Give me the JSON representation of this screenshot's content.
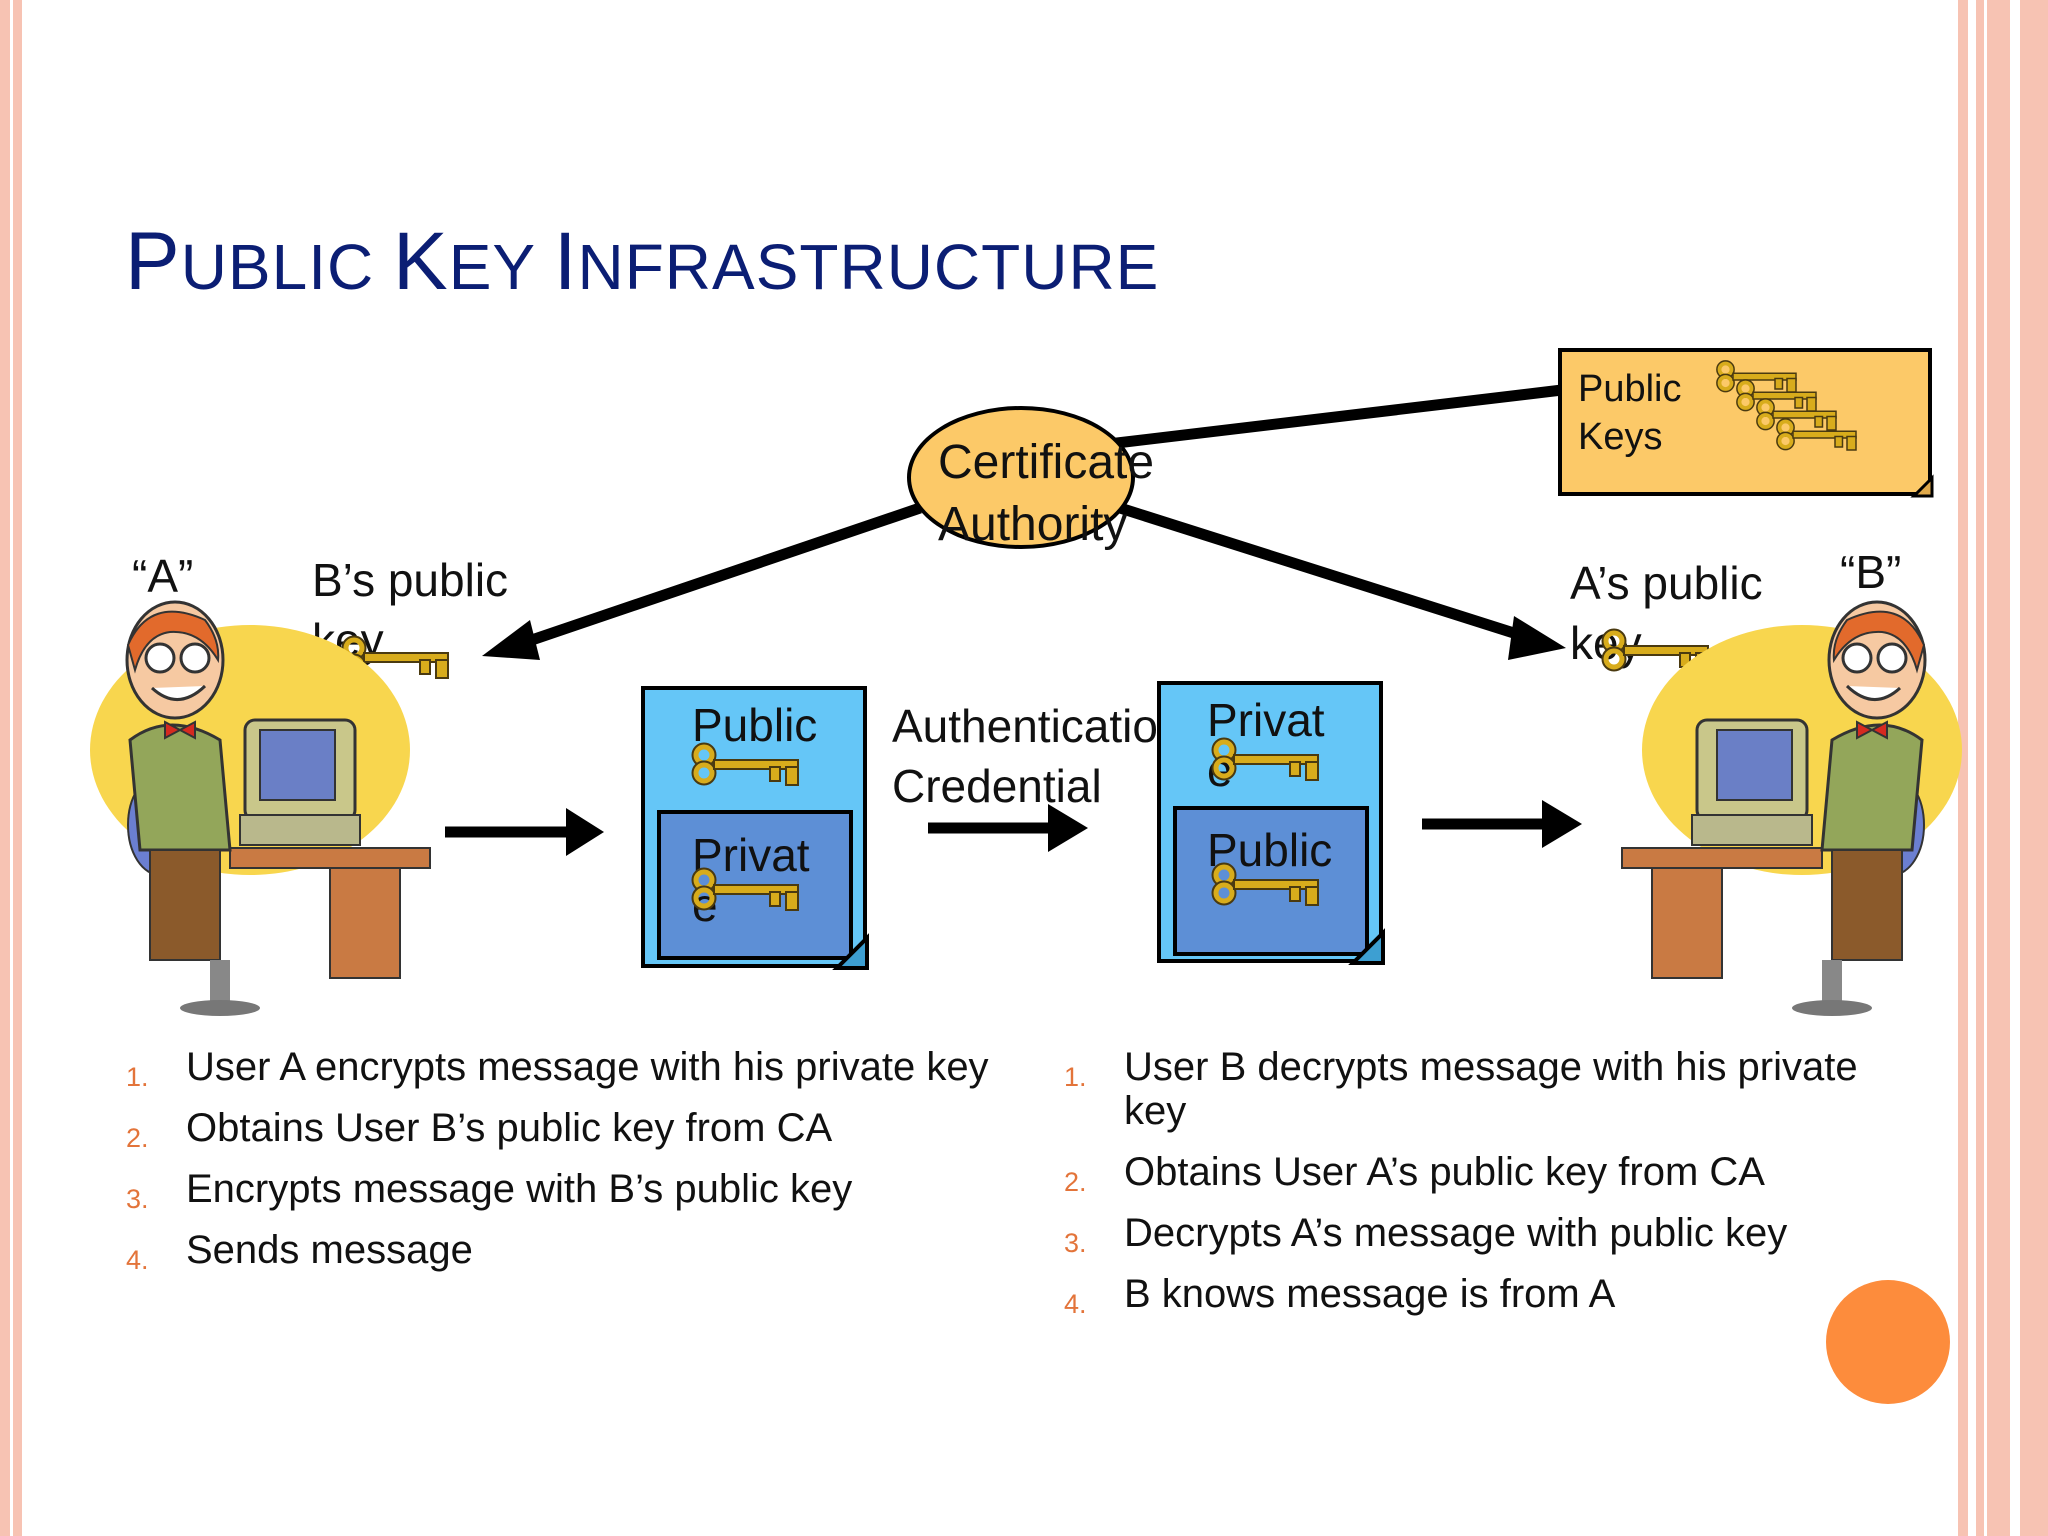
{
  "slide": {
    "title_parts": [
      {
        "text": "P",
        "size": "big"
      },
      {
        "text": "UBLIC ",
        "size": "small"
      },
      {
        "text": "K",
        "size": "big"
      },
      {
        "text": "EY ",
        "size": "small"
      },
      {
        "text": "I",
        "size": "big"
      },
      {
        "text": "NFRASTRUCTURE",
        "size": "small"
      }
    ]
  },
  "diagram": {
    "ca": {
      "line1": "Certificate",
      "line2": "Authority"
    },
    "public_keys_box": {
      "line1": "Public",
      "line2": "Keys"
    },
    "user_a_label": "“A”",
    "user_b_label": "“B”",
    "b_public_key_label": {
      "line1": "B’s public",
      "line2": "key"
    },
    "a_public_key_label": {
      "line1": "A’s public",
      "line2": "key"
    },
    "auth_credential": {
      "line1": "Authentication",
      "line2": "Credential"
    },
    "doc_left": {
      "outer_text": "Public",
      "inner_text": "Private"
    },
    "doc_right": {
      "outer_text": "Private",
      "inner_text": "Public"
    }
  },
  "steps_left": [
    {
      "num": "1.",
      "text": "User A encrypts message with his private key"
    },
    {
      "num": "2.",
      "text": "Obtains User B’s public key from CA"
    },
    {
      "num": "3.",
      "text": "Encrypts message with B’s public key"
    },
    {
      "num": "4.",
      "text": "Sends message"
    }
  ],
  "steps_right": [
    {
      "num": "1.",
      "text": "User B decrypts message with his private key"
    },
    {
      "num": "2.",
      "text": "Obtains User A’s public key from CA"
    },
    {
      "num": "3.",
      "text": "Decrypts A’s message with public key"
    },
    {
      "num": "4.",
      "text": "B knows message is from A"
    }
  ],
  "colors": {
    "title": "#0b1e74",
    "frame": "#f7c3b3",
    "ca_fill": "#fcc968",
    "doc_outer": "#65c6f7",
    "doc_inner": "#5d8fd6",
    "step_number": "#e3743a",
    "accent_dot": "#fd8c3c",
    "key_gold": "#d8ac1c"
  },
  "icons": [
    "key-icon",
    "user-at-computer-icon",
    "document-icon",
    "arrow-icon"
  ]
}
